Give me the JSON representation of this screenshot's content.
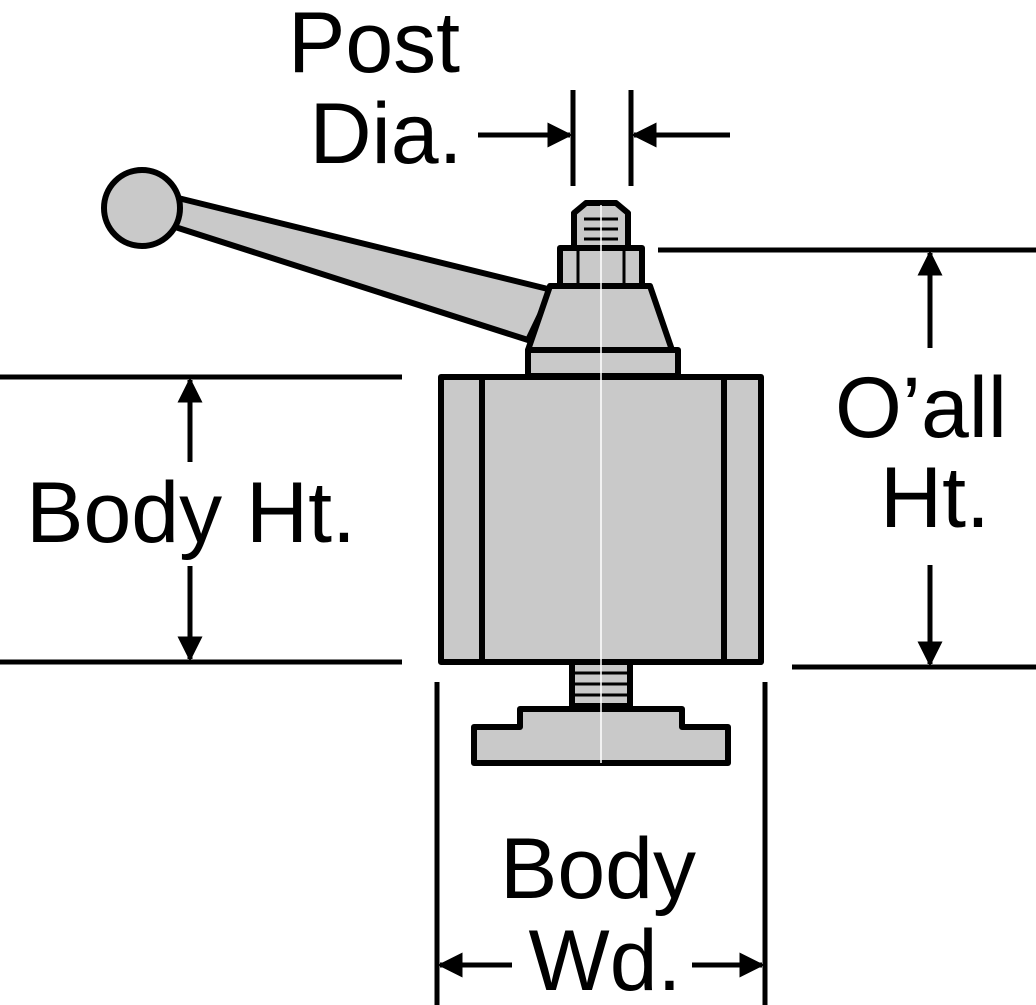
{
  "labels": {
    "post_dia_line1": "Post",
    "post_dia_line2": "Dia.",
    "oall_ht_line1": "O’all",
    "oall_ht_line2": "Ht.",
    "body_ht": "Body Ht.",
    "body_wd_line1": "Body",
    "body_wd_line2": "Wd."
  },
  "colors": {
    "part_fill": "#c9c9c9",
    "stroke": "#000000",
    "background": "#ffffff"
  }
}
